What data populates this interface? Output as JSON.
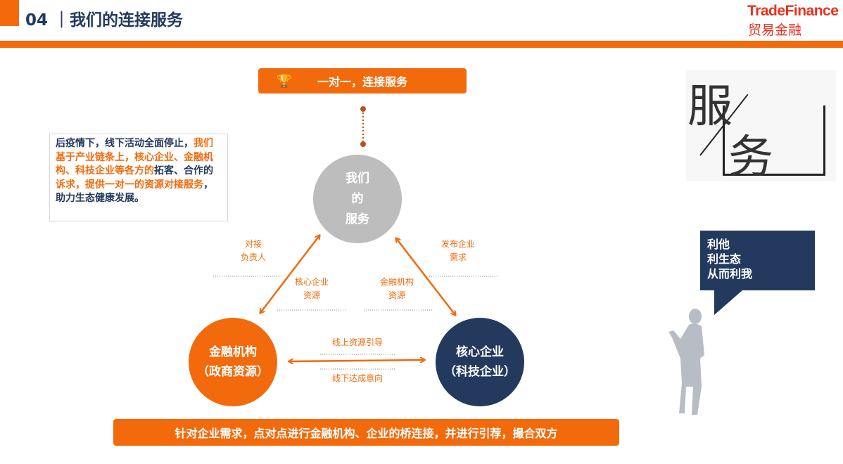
{
  "header": {
    "title": "04 ｜我们的连接服务",
    "logo_en": "TradeFinance",
    "logo_cn": "贸易金融"
  },
  "top_button": {
    "icon": "trophy-icon",
    "label": "一对一，连接服务"
  },
  "intro": {
    "segments": [
      {
        "text": "后疫情下，线下活动全面停止，",
        "accent": false
      },
      {
        "text": "我们基于产业链条上，核心企业、金融机构、科技企业等各方的",
        "accent": true
      },
      {
        "text": "拓客、合作的",
        "accent": false
      },
      {
        "text": "诉求，提供一对一的资源对接服务",
        "accent": true
      },
      {
        "text": "，助力生态健康发展。",
        "accent": false
      }
    ]
  },
  "nodes": {
    "top": {
      "line1": "我们",
      "line2": "的",
      "line3": "服务"
    },
    "left": {
      "line1": "金融机构",
      "line2": "（政商资源）"
    },
    "right": {
      "line1": "核心企业",
      "line2": "（科技企业）"
    }
  },
  "labels": {
    "left_outer": {
      "l1": "对接",
      "l2": "负责人"
    },
    "left_inner": {
      "l1": "核心企业",
      "l2": "资源"
    },
    "right_inner": {
      "l1": "金融机构",
      "l2": "资源"
    },
    "right_outer": {
      "l1": "发布企业",
      "l2": "需求"
    },
    "bottom_top": "线上资源引导",
    "bottom_bottom": "线下达成意向"
  },
  "bottom_banner": "针对企业需求，点对点进行金融机构、企业的桥连接，并进行引荐，撮合双方",
  "service_graphic": {
    "char1": "服",
    "char2": "务"
  },
  "speech": {
    "l1": "利他",
    "l2": "利生态",
    "l3": "从而利我"
  },
  "colors": {
    "accent": "#f26a0c",
    "navy": "#233a5e",
    "gray": "#bdbdbd",
    "logo": "#e8321e"
  }
}
